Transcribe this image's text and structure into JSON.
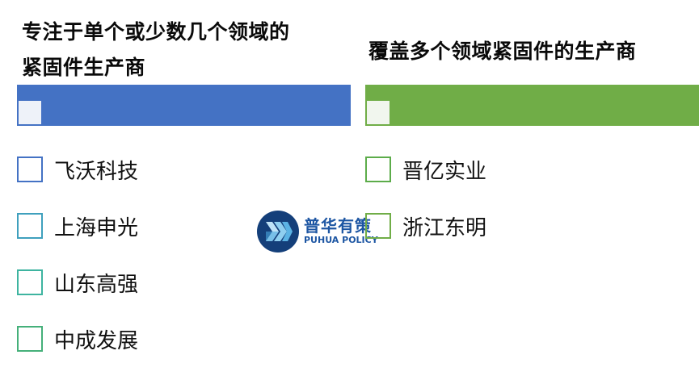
{
  "columns": [
    {
      "title": "专注于单个或少数几个领域的紧固件生产商",
      "title_line1": "专注于单个或少数几个领域的",
      "title_line2": "紧固件生产商",
      "bar_color": "#4472c4",
      "chip_color": "#eef2f9",
      "items": [
        {
          "label": "飞沃科技",
          "box_color": "#4472c4"
        },
        {
          "label": "上海申光",
          "box_color": "#3fa0bd"
        },
        {
          "label": "山东高强",
          "box_color": "#3eb4a0"
        },
        {
          "label": "中成发展",
          "box_color": "#45b07a"
        }
      ]
    },
    {
      "title": "覆盖多个领域紧固件的生产商",
      "bar_color": "#70ad47",
      "chip_color": "#f1f6ee",
      "items": [
        {
          "label": "晋亿实业",
          "box_color": "#5cac4a"
        },
        {
          "label": "浙江东明",
          "box_color": "#70ad47"
        }
      ]
    }
  ],
  "watermark": {
    "cn": "普华有策",
    "en": "PUHUA POLICY",
    "icon": "chevron-arrows-logo-icon"
  }
}
